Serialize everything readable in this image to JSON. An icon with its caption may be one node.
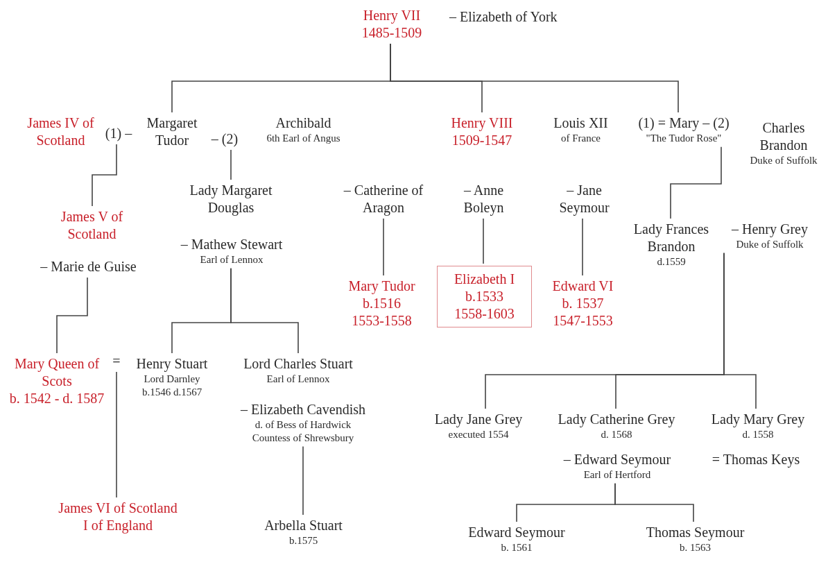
{
  "diagram": {
    "nodes": [
      {
        "text": [
          "Henry VII",
          "1485-1509"
        ]
      },
      {
        "text": [
          "– Elizabeth of York"
        ]
      },
      {
        "text": [
          "James IV of Scotland"
        ]
      },
      {
        "text": [
          "(1) –"
        ]
      },
      {
        "text": [
          "Margaret Tudor"
        ]
      },
      {
        "text": [
          "– (2)"
        ]
      },
      {
        "text": [
          "Archibald",
          "6th Earl of Angus"
        ]
      },
      {
        "text": [
          "Henry VIII",
          "1509-1547"
        ]
      },
      {
        "text": [
          "Louis XII",
          "of France"
        ]
      },
      {
        "text": [
          "(1) = Mary – (2)",
          "\"The Tudor Rose\""
        ]
      },
      {
        "text": [
          "Charles Brandon",
          "Duke of Suffolk"
        ]
      },
      {
        "text": [
          "James V of Scotland"
        ]
      },
      {
        "text": [
          "– Marie de Guise"
        ]
      },
      {
        "text": [
          "Lady Margaret Douglas"
        ]
      },
      {
        "text": [
          "– Mathew Stewart",
          "Earl of Lennox"
        ]
      },
      {
        "text": [
          "– Catherine of Aragon"
        ]
      },
      {
        "text": [
          "– Anne Boleyn"
        ]
      },
      {
        "text": [
          "– Jane Seymour"
        ]
      },
      {
        "text": [
          "Mary Tudor",
          "b.1516",
          "1553-1558"
        ]
      },
      {
        "text": [
          "Elizabeth I",
          "b.1533",
          "1558-1603"
        ]
      },
      {
        "text": [
          "Edward VI",
          "b. 1537",
          "1547-1553"
        ]
      },
      {
        "text": [
          "Lady Frances Brandon",
          "d.1559"
        ]
      },
      {
        "text": [
          "– Henry Grey",
          "Duke of Suffolk"
        ]
      },
      {
        "text": [
          "Mary Queen of Scots",
          "b. 1542 - d. 1587"
        ]
      },
      {
        "text": [
          "="
        ]
      },
      {
        "text": [
          "Henry Stuart",
          "Lord Darnley",
          "b.1546 d.1567"
        ]
      },
      {
        "text": [
          "Lord Charles Stuart",
          "Earl of Lennox"
        ]
      },
      {
        "text": [
          "– Elizabeth Cavendish",
          "d. of Bess of Hardwick",
          "Countess of Shrewsbury"
        ]
      },
      {
        "text": [
          "Lady Jane Grey",
          "executed 1554"
        ]
      },
      {
        "text": [
          "Lady Catherine Grey",
          "d. 1568"
        ]
      },
      {
        "text": [
          "– Edward Seymour",
          "Earl of Hertford"
        ]
      },
      {
        "text": [
          "Lady Mary Grey",
          "d. 1558"
        ]
      },
      {
        "text": [
          "= Thomas Keys"
        ]
      },
      {
        "text": [
          "James VI of Scotland I of England"
        ]
      },
      {
        "text": [
          "Arbella Stuart",
          "b.1575"
        ]
      },
      {
        "text": [
          "Edward Seymour",
          "b. 1561"
        ]
      },
      {
        "text": [
          "Thomas Seymour",
          "b. 1563"
        ]
      }
    ],
    "edges": [
      {
        "from": 0,
        "to": 4,
        "arrow": "none"
      },
      {
        "from": 0,
        "to": 7,
        "arrow": "none"
      },
      {
        "from": 0,
        "to": 9,
        "arrow": "none"
      },
      {
        "from": 3,
        "to": 11,
        "arrow": "none"
      },
      {
        "from": 5,
        "to": 13,
        "arrow": "none"
      },
      {
        "from": 12,
        "to": 23,
        "arrow": "none"
      },
      {
        "from": 14,
        "to": 25,
        "arrow": "none"
      },
      {
        "from": 14,
        "to": 26,
        "arrow": "none"
      },
      {
        "from": 15,
        "to": 18,
        "arrow": "none"
      },
      {
        "from": 16,
        "to": 19,
        "arrow": "none"
      },
      {
        "from": 17,
        "to": 20,
        "arrow": "none"
      },
      {
        "from": 9,
        "to": 21,
        "arrow": "none"
      },
      {
        "from": 22,
        "to": 28,
        "arrow": "none"
      },
      {
        "from": 22,
        "to": 29,
        "arrow": "none"
      },
      {
        "from": 22,
        "to": 31,
        "arrow": "none"
      },
      {
        "from": 24,
        "to": 33,
        "arrow": "none"
      },
      {
        "from": 27,
        "to": 34,
        "arrow": "none"
      },
      {
        "from": 30,
        "to": 35,
        "arrow": "none"
      },
      {
        "from": 30,
        "to": 36,
        "arrow": "none"
      }
    ]
  }
}
